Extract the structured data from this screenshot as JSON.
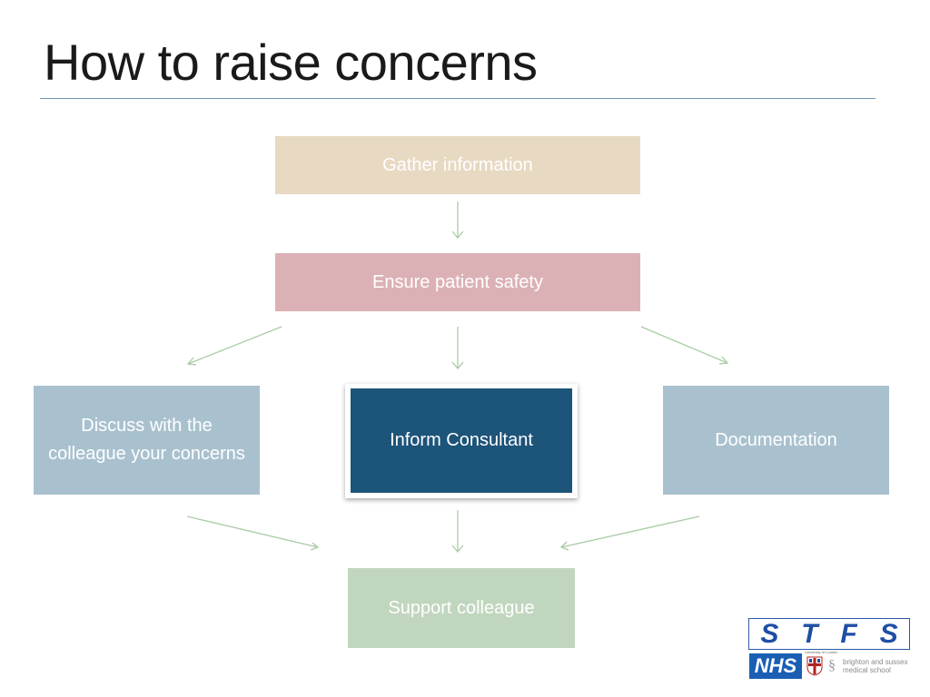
{
  "slide": {
    "title": "How to raise concerns"
  },
  "flow": {
    "gather": "Gather information",
    "safety": "Ensure patient safety",
    "discuss": "Discuss with the colleague your concerns",
    "inform": "Inform Consultant",
    "documentation": "Documentation",
    "support": "Support colleague"
  },
  "colors": {
    "gather": "#e8d9c3",
    "safety": "#dcb1b5",
    "discuss": "#a9c1cf",
    "inform": "#1d5479",
    "documentation": "#a9c1cf",
    "support": "#c1d6be",
    "arrow": "#a9cca5"
  },
  "logo": {
    "letters": [
      "S",
      "T",
      "F",
      "S"
    ],
    "nhs": "NHS",
    "ss_mark": "§",
    "univ": "University of London",
    "school": "brighton and sussex medical school"
  }
}
